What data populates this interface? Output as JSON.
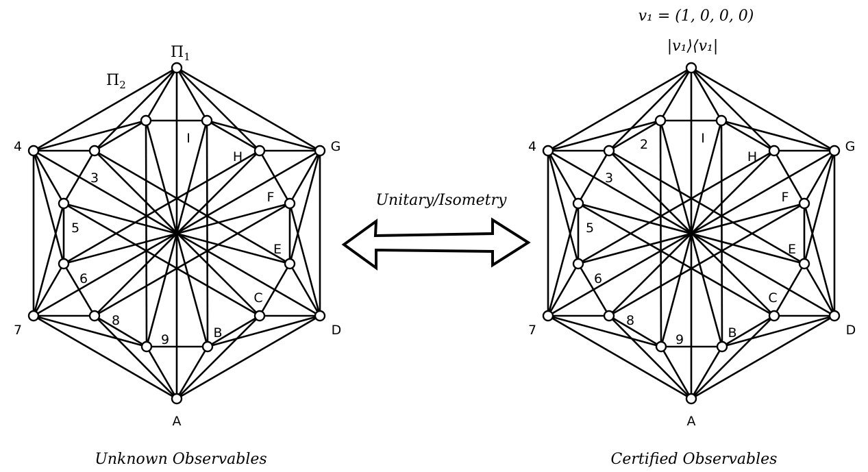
{
  "arrow_label": "Unitary/Isometry",
  "graphs": [
    {
      "id": "unknown",
      "caption": "Unknown Observables",
      "top_labels": [],
      "annotations": [
        {
          "text": "Π",
          "sub": "1",
          "target": "T"
        },
        {
          "text": "Π",
          "sub": "2",
          "target": "edge-T-4"
        }
      ]
    },
    {
      "id": "certified",
      "caption": "Certified Observables",
      "top_labels": [
        "v₁ = (1, 0, 0, 0)",
        "|v₁⟩⟨v₁|"
      ],
      "annotations": []
    }
  ],
  "graph_structure": {
    "nodes": [
      {
        "id": "T",
        "label": ""
      },
      {
        "id": "2",
        "label": "2"
      },
      {
        "id": "I",
        "label": "I"
      },
      {
        "id": "4",
        "label": "4"
      },
      {
        "id": "3",
        "label": "3"
      },
      {
        "id": "H",
        "label": "H"
      },
      {
        "id": "G",
        "label": "G"
      },
      {
        "id": "5",
        "label": "5"
      },
      {
        "id": "F",
        "label": "F"
      },
      {
        "id": "6",
        "label": "6"
      },
      {
        "id": "E",
        "label": "E"
      },
      {
        "id": "7",
        "label": "7"
      },
      {
        "id": "8",
        "label": "8"
      },
      {
        "id": "C",
        "label": "C"
      },
      {
        "id": "D",
        "label": "D"
      },
      {
        "id": "9",
        "label": "9"
      },
      {
        "id": "B",
        "label": "B"
      },
      {
        "id": "A",
        "label": "A"
      }
    ],
    "hidden_labels_on_unknown": [
      "2"
    ],
    "edges": [
      [
        "T",
        "4"
      ],
      [
        "4",
        "7"
      ],
      [
        "7",
        "A"
      ],
      [
        "A",
        "D"
      ],
      [
        "D",
        "G"
      ],
      [
        "G",
        "T"
      ],
      [
        "T",
        "A"
      ],
      [
        "4",
        "D"
      ],
      [
        "7",
        "G"
      ],
      [
        "2",
        "B"
      ],
      [
        "I",
        "9"
      ],
      [
        "3",
        "C"
      ],
      [
        "H",
        "8"
      ],
      [
        "5",
        "E"
      ],
      [
        "F",
        "6"
      ],
      [
        "T",
        "2"
      ],
      [
        "T",
        "3"
      ],
      [
        "T",
        "I"
      ],
      [
        "T",
        "H"
      ],
      [
        "4",
        "2"
      ],
      [
        "4",
        "3"
      ],
      [
        "4",
        "5"
      ],
      [
        "4",
        "6"
      ],
      [
        "7",
        "5"
      ],
      [
        "7",
        "6"
      ],
      [
        "7",
        "8"
      ],
      [
        "7",
        "9"
      ],
      [
        "A",
        "8"
      ],
      [
        "A",
        "9"
      ],
      [
        "A",
        "B"
      ],
      [
        "A",
        "C"
      ],
      [
        "D",
        "B"
      ],
      [
        "D",
        "C"
      ],
      [
        "D",
        "E"
      ],
      [
        "D",
        "F"
      ],
      [
        "G",
        "E"
      ],
      [
        "G",
        "F"
      ],
      [
        "G",
        "H"
      ],
      [
        "G",
        "I"
      ],
      [
        "2",
        "I"
      ],
      [
        "2",
        "3"
      ],
      [
        "3",
        "5"
      ],
      [
        "5",
        "6"
      ],
      [
        "6",
        "8"
      ],
      [
        "8",
        "9"
      ],
      [
        "9",
        "B"
      ],
      [
        "B",
        "C"
      ],
      [
        "C",
        "E"
      ],
      [
        "E",
        "F"
      ],
      [
        "F",
        "H"
      ],
      [
        "H",
        "I"
      ],
      [
        "2",
        "9"
      ],
      [
        "I",
        "B"
      ],
      [
        "3",
        "E"
      ],
      [
        "5",
        "C"
      ],
      [
        "H",
        "6"
      ],
      [
        "F",
        "8"
      ]
    ]
  }
}
